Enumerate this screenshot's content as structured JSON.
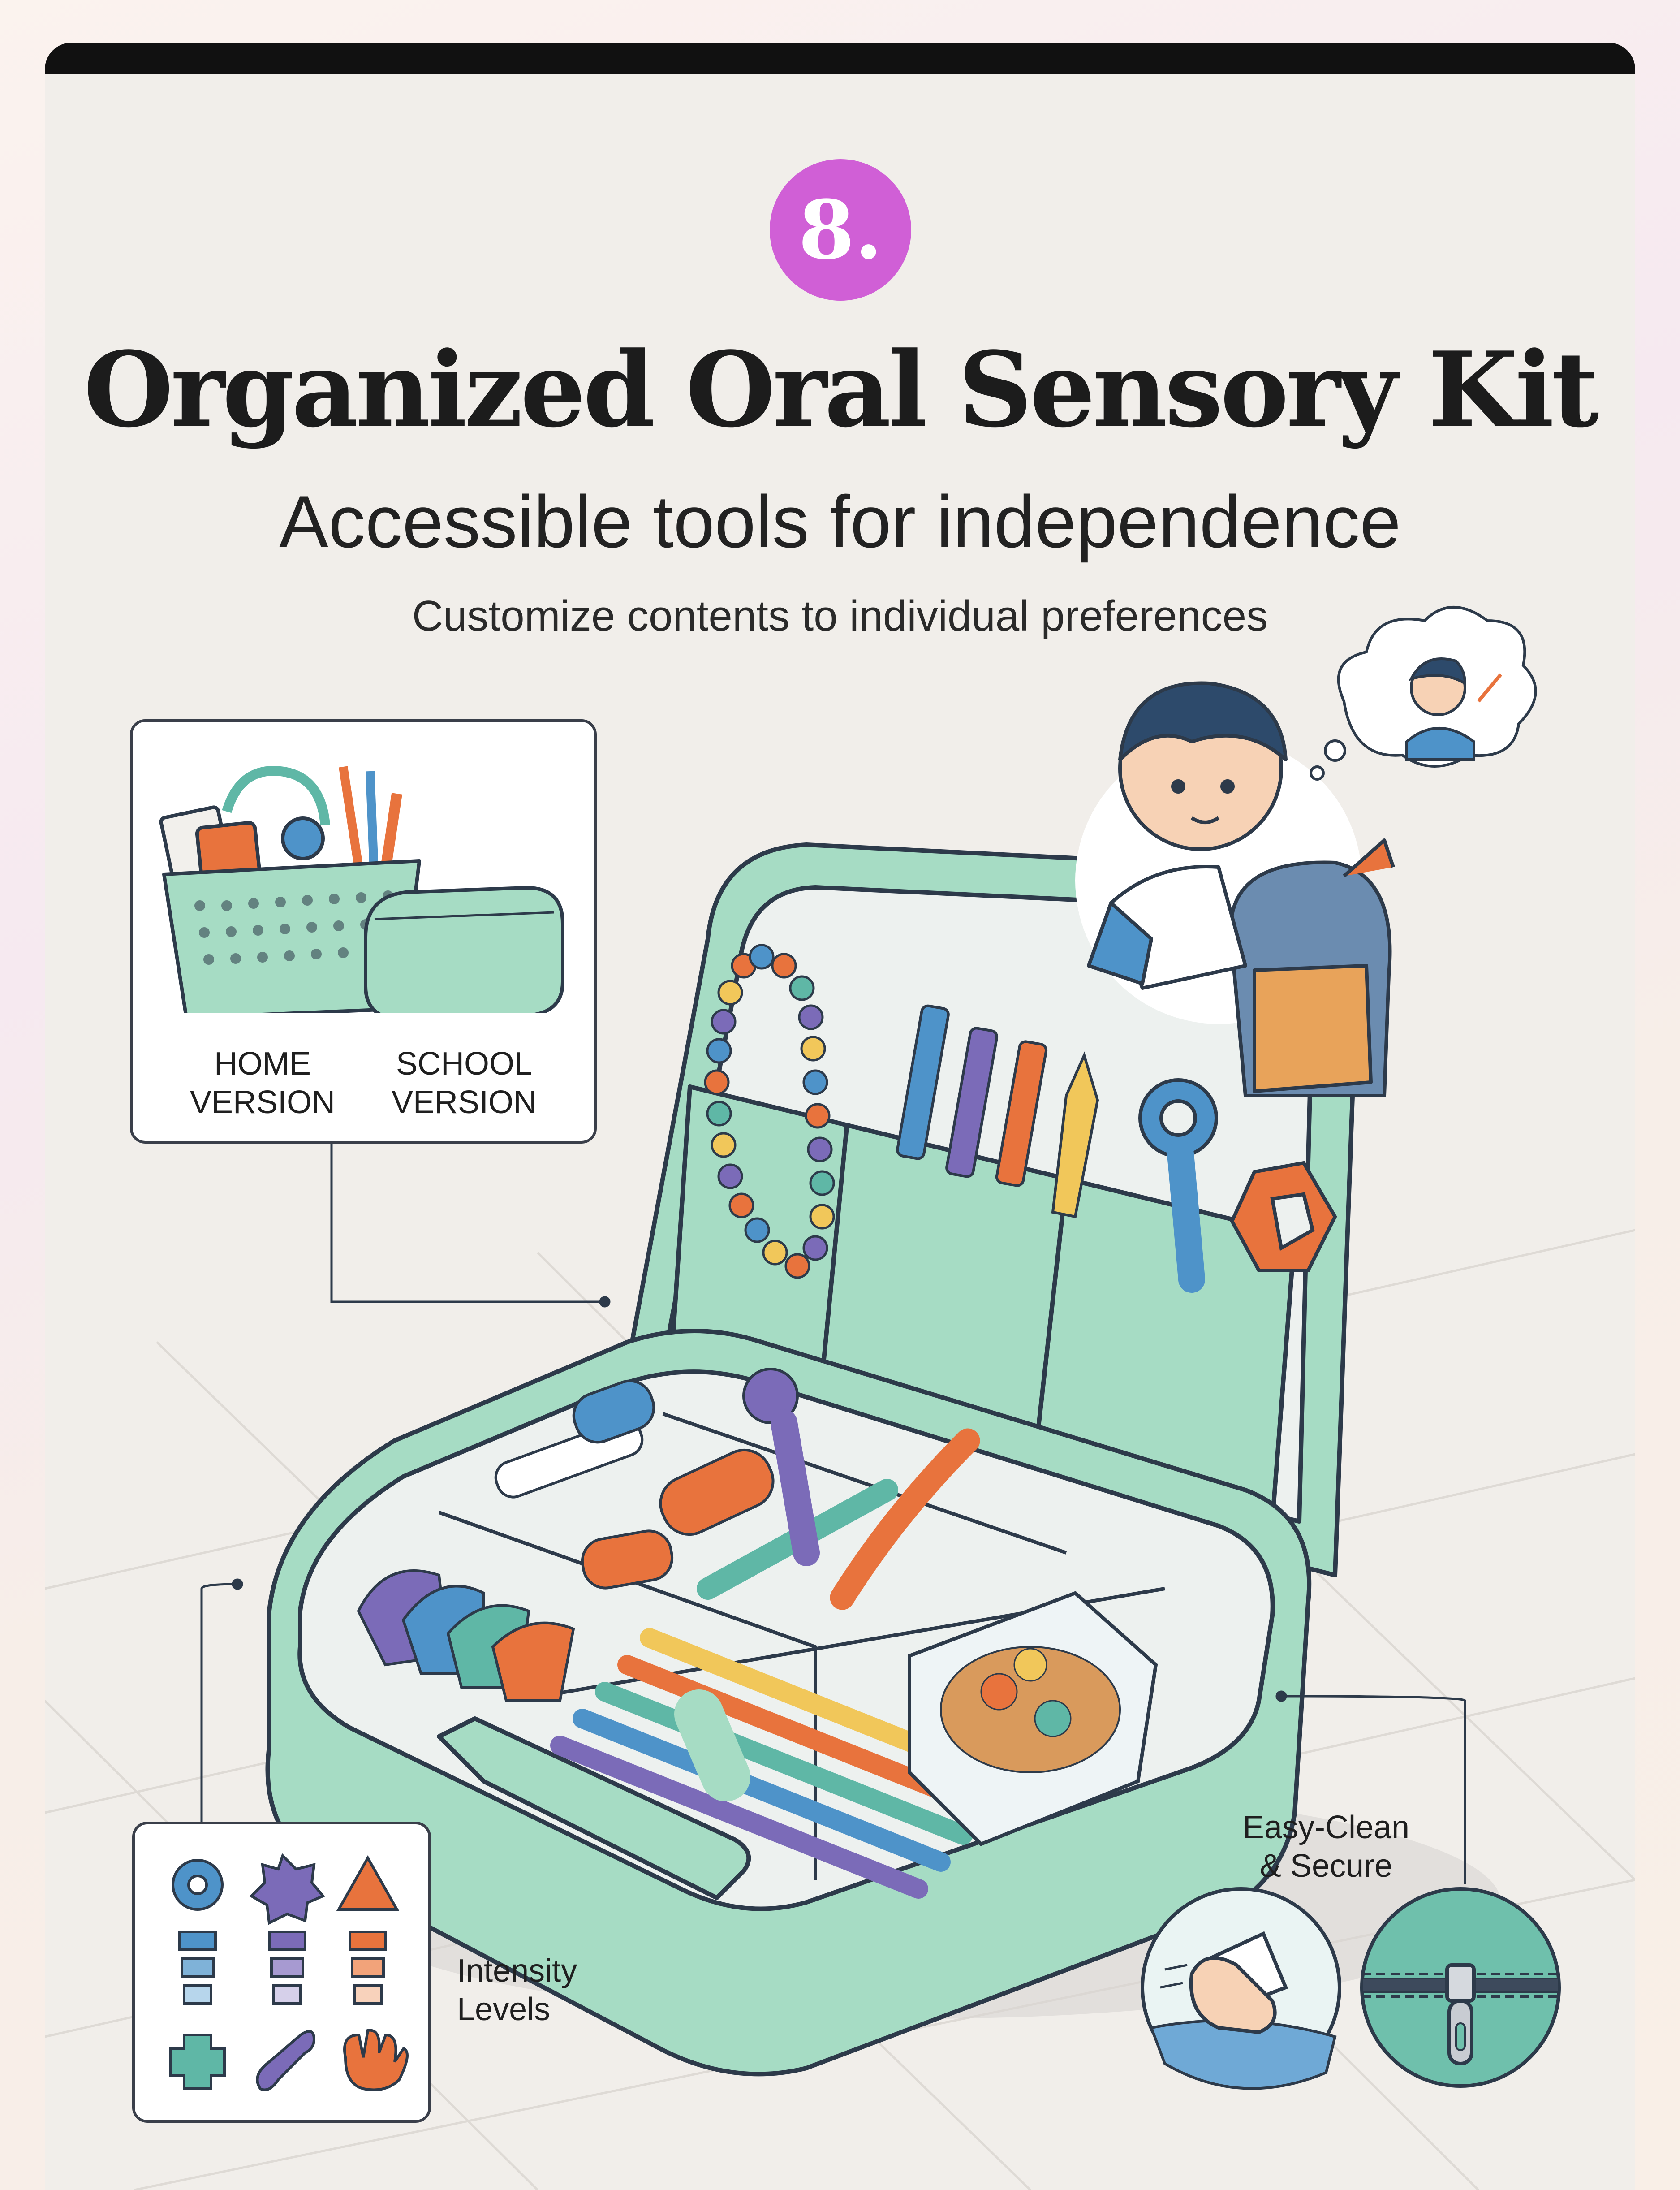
{
  "badge": {
    "number": "8."
  },
  "header": {
    "title": "Organized Oral Sensory Kit",
    "subtitle": "Accessible tools for independence",
    "tagline": "Customize contents to individual preferences"
  },
  "callouts": {
    "home": "HOME\nVERSION",
    "school": "SCHOOL\nVERSION",
    "intensity": "Intensity\nLevels",
    "easy_clean": "Easy-Clean\n& Secure"
  },
  "colors": {
    "badge": "#d05fd6",
    "case": "#a6dcc4",
    "case_outline": "#2d3a4a",
    "orange": "#e8733d",
    "blue": "#4e93c9",
    "purple": "#7b6bb8",
    "teal": "#5fb7a6",
    "yellow": "#f1c75a"
  }
}
